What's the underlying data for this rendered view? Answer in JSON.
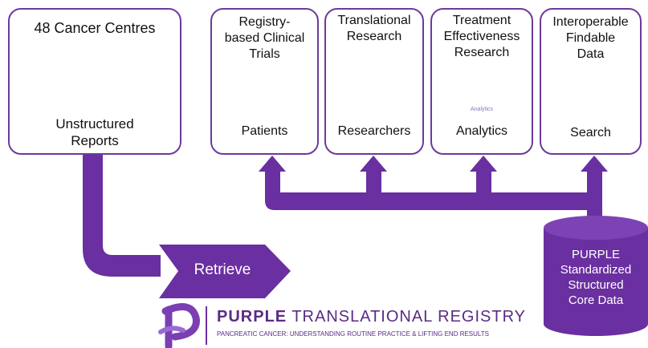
{
  "centres_box": {
    "title": "48 Cancer Centres",
    "footer_line1": "Unstructured",
    "footer_line2": "Reports"
  },
  "cards": [
    {
      "title_lines": [
        "Registry-",
        "based Clinical",
        "Trials"
      ],
      "label": "Patients",
      "icon": "medicine-icon"
    },
    {
      "title_lines": [
        "Translational",
        "Research"
      ],
      "label": "Researchers",
      "icon": "researcher-icon"
    },
    {
      "title_lines": [
        "Treatment",
        "Effectiveness",
        "Research"
      ],
      "label": "Analytics",
      "icon": "analytics-icon",
      "icon_caption": "Analytics"
    },
    {
      "title_lines": [
        "Interoperable",
        "Findable",
        "Data"
      ],
      "label": "Search",
      "icon": "cloud-search-icon"
    }
  ],
  "retrieve": {
    "label": "Retrieve"
  },
  "database": {
    "lines": [
      "PURPLE",
      "Standardized",
      "Structured",
      "Core Data"
    ]
  },
  "branding": {
    "name_bold": "PURPLE",
    "name_rest": " TRANSLATIONAL REGISTRY",
    "tagline": "PANCREATIC CANCER: UNDERSTANDING ROUTINE PRACTICE & LIFTING END RESULTS"
  },
  "colors": {
    "purple": "#6a2fa0",
    "box_border": "#6a3b9c",
    "hexagon": "#3f7fbf",
    "building_orange": "#e8a07a",
    "building_green": "#7dbb6a",
    "building_purple": "#8a6fc0"
  }
}
